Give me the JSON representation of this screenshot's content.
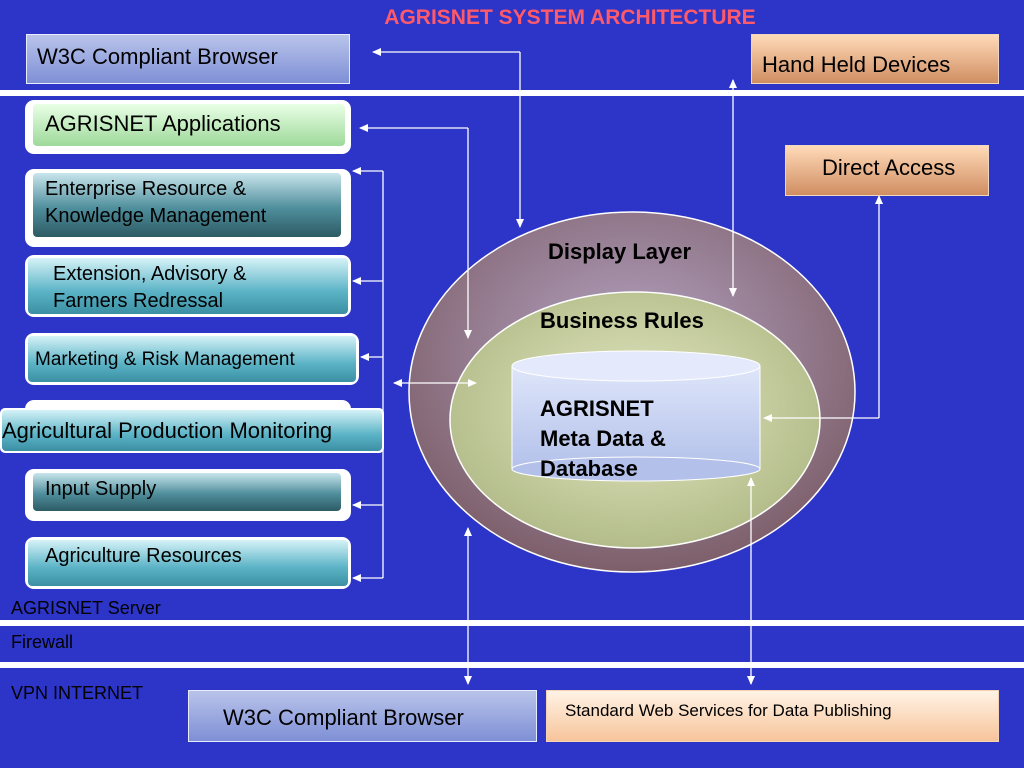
{
  "title": "AGRISNET SYSTEM ARCHITECTURE",
  "top": {
    "browser": "W3C Compliant Browser",
    "handheld": "Hand Held Devices",
    "direct_access": "Direct Access"
  },
  "modules": {
    "applications": "AGRISNET Applications",
    "erp_line1": "Enterprise Resource &",
    "erp_line2": "Knowledge Management",
    "ext_line1": "Extension, Advisory &",
    "ext_line2": "Farmers Redressal",
    "marketing": "Marketing & Risk Management",
    "production": "Agricultural Production Monitoring",
    "input": "Input Supply",
    "resources": "Agriculture  Resources"
  },
  "core": {
    "display_layer": "Display Layer",
    "business_rules": "Business Rules",
    "db_line1": "AGRISNET",
    "db_line2": "Meta Data &",
    "db_line3": "Database"
  },
  "zones": {
    "server": "AGRISNET Server",
    "firewall": "Firewall",
    "vpn": "VPN INTERNET"
  },
  "bottom": {
    "browser": "W3C Compliant Browser",
    "web_services": "Standard Web Services for Data Publishing"
  },
  "colors": {
    "background": "#2c35c8",
    "title": "#ff5a6a",
    "outer_ellipse": "#8e7aa0",
    "inner_ellipse": "#c3c99c",
    "database": "#c9d3ef"
  }
}
